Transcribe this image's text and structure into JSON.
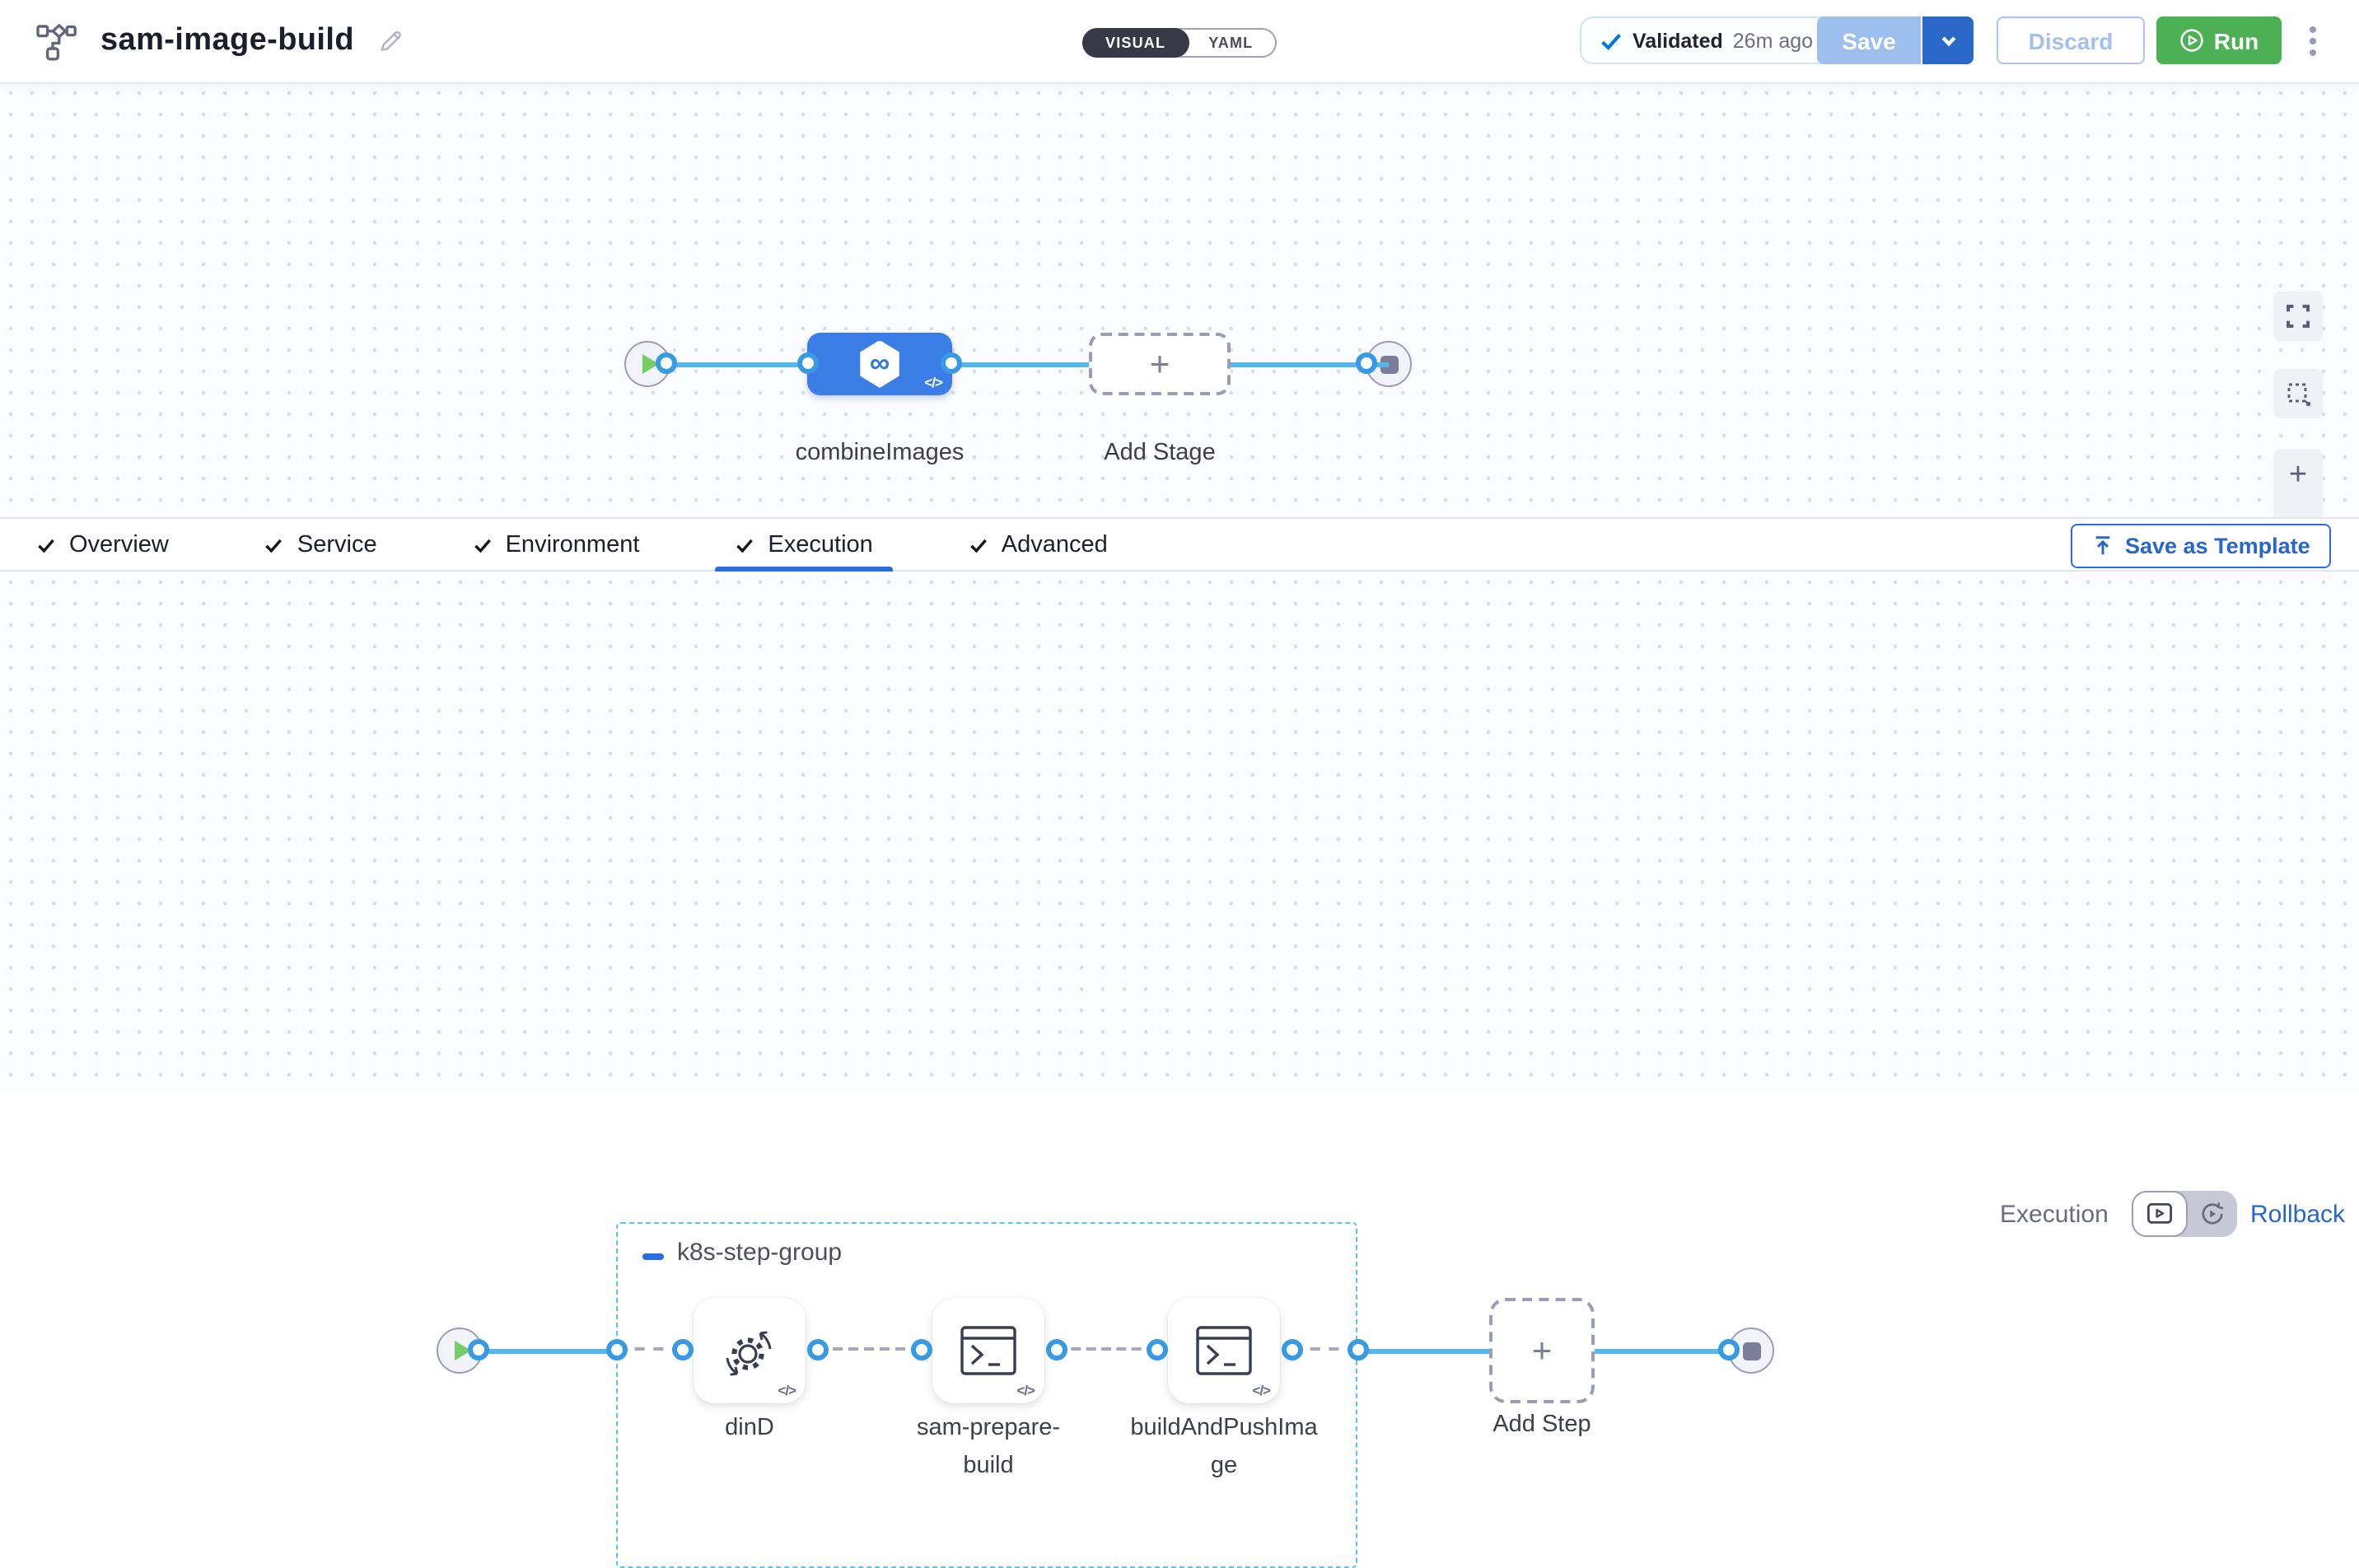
{
  "header": {
    "app_icon": "pipeline-icon",
    "title": "sam-image-build",
    "edit_icon": "pencil-icon",
    "mode_toggle": {
      "options": [
        "VISUAL",
        "YAML"
      ],
      "selected": "VISUAL"
    },
    "validated": {
      "icon": "check-icon",
      "label": "Validated",
      "time": "26m ago"
    },
    "save_label": "Save",
    "discard_label": "Discard",
    "run_label": "Run",
    "menu_icon": "kebab-menu-icon"
  },
  "top_pipeline": {
    "start_node": "play",
    "stages": [
      {
        "name": "combineImages",
        "icon": "hexagon-infinity-icon",
        "color": "#3b7de6"
      }
    ],
    "add_stage_label": "Add Stage",
    "end_node": "stop"
  },
  "canvas_controls": [
    "fullscreen-icon",
    "marquee-select-icon",
    "zoom-in-icon",
    "zoom-out-icon"
  ],
  "tabs": [
    {
      "label": "Overview",
      "checked": true,
      "active": false
    },
    {
      "label": "Service",
      "checked": true,
      "active": false
    },
    {
      "label": "Environment",
      "checked": true,
      "active": false
    },
    {
      "label": "Execution",
      "checked": true,
      "active": true
    },
    {
      "label": "Advanced",
      "checked": true,
      "active": false
    }
  ],
  "template_bar": {
    "icon": "upload-icon",
    "save_as_template_label": "Save as Template"
  },
  "execution_panel": {
    "mode_label": "Execution",
    "rollback_label": "Rollback",
    "group": {
      "name": "k8s-step-group",
      "collapse_icon": "minus-icon",
      "steps": [
        {
          "name": "dinD",
          "icon": "gear-sync-icon"
        },
        {
          "name": "sam-prepare-build",
          "icon": "terminal-icon"
        },
        {
          "name": "buildAndPushImage",
          "icon": "terminal-icon"
        }
      ]
    },
    "add_step_label": "Add Step"
  },
  "glyphs": {
    "plus": "+",
    "minus": "−",
    "infinity": "∞",
    "code": "</>"
  },
  "colors": {
    "accent_blue": "#2b6ce2",
    "link_blue": "#2767ca",
    "stage_blue": "#3b7de6",
    "run_green": "#4cb054",
    "validated_blue": "#0278d5",
    "connector_blue": "#58b7ea",
    "donut_blue": "#379ae2",
    "group_border": "#5cc3ec",
    "canvas_dot": "#d9dbe6"
  }
}
